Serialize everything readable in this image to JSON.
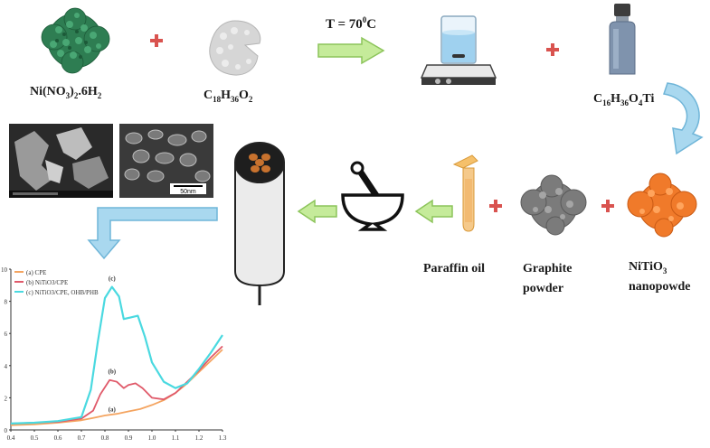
{
  "labels": {
    "nickel_nitrate": "Ni(NO",
    "nickel_nitrate_sub3": "3",
    "nickel_nitrate_mid": ")",
    "nickel_nitrate_sub2": "2",
    "nickel_nitrate_tail": ".6H",
    "nickel_nitrate_sub2b": "2",
    "stearic_main": "C",
    "stearic_sub18": "18",
    "stearic_h": "H",
    "stearic_sub36": "36",
    "stearic_o": "O",
    "stearic_sub2": "2",
    "temperature_prefix": "T = 70",
    "temperature_sup": "0",
    "temperature_unit": "C",
    "tbot_c": "C",
    "tbot_sub16": "16",
    "tbot_h": "H",
    "tbot_sub36": "36",
    "tbot_o": "O",
    "tbot_sub4": "4",
    "tbot_ti": "Ti",
    "paraffin": "Paraffin oil",
    "graphite_line1": "Graphite",
    "graphite_line2": "powder",
    "nitio3_main": "NiTiO",
    "nitio3_sub3": "3",
    "nitio3_line2": "nanopowde",
    "sem_scale_label": "50nm"
  },
  "colors": {
    "arrow_fill": "#c5eb9a",
    "arrow_stroke": "#8cc45a",
    "curved_arrow": "#a9d8ef",
    "plus": "#d9534f",
    "nickel_crystal": "#2e7d52",
    "stearic": "#d6d6d6",
    "nitio3": "#f07a2a",
    "graphite": "#7b7b7b",
    "electrode_tip": "#c8722e"
  },
  "chart_data": {
    "type": "line",
    "ylim": [
      0,
      10
    ],
    "xlim": [
      0.4,
      1.3
    ],
    "yticks": [
      "0",
      "2",
      "4",
      "6",
      "8",
      "10"
    ],
    "xticks": [
      "0.4",
      "0.5",
      "0.6",
      "0.7",
      "0.8",
      "0.9",
      "1.0",
      "1.1",
      "1.2",
      "1.3"
    ],
    "legend": [
      "(a) CPE",
      "(b) NiTiO3/CPE",
      "(c)  NiTiO3/CPE, OHB/PHB"
    ],
    "legend_position": "top-left",
    "annotations": [
      "(c)",
      "(b)",
      "(a)"
    ],
    "series": [
      {
        "name": "(a) CPE",
        "color": "#f4a460",
        "x": [
          0.4,
          0.5,
          0.6,
          0.7,
          0.75,
          0.8,
          0.85,
          0.9,
          0.95,
          1.0,
          1.05,
          1.1,
          1.15,
          1.2,
          1.25,
          1.3
        ],
        "y": [
          0.3,
          0.35,
          0.45,
          0.6,
          0.75,
          0.9,
          1.0,
          1.15,
          1.3,
          1.55,
          1.85,
          2.3,
          2.9,
          3.6,
          4.3,
          5.0
        ]
      },
      {
        "name": "(b) NiTiO3/CPE",
        "color": "#e05a6a",
        "x": [
          0.4,
          0.5,
          0.6,
          0.7,
          0.75,
          0.78,
          0.82,
          0.85,
          0.88,
          0.9,
          0.93,
          0.96,
          1.0,
          1.05,
          1.1,
          1.15,
          1.2,
          1.25,
          1.3
        ],
        "y": [
          0.4,
          0.45,
          0.5,
          0.7,
          1.2,
          2.2,
          3.1,
          3.0,
          2.6,
          2.8,
          2.9,
          2.6,
          2.0,
          1.9,
          2.3,
          3.0,
          3.7,
          4.5,
          5.2
        ]
      },
      {
        "name": "(c)  NiTiO3/CPE, OHB/PHB",
        "color": "#4ad9e0",
        "x": [
          0.4,
          0.5,
          0.6,
          0.7,
          0.74,
          0.77,
          0.8,
          0.83,
          0.86,
          0.88,
          0.91,
          0.94,
          0.97,
          1.0,
          1.05,
          1.1,
          1.15,
          1.2,
          1.25,
          1.3
        ],
        "y": [
          0.4,
          0.45,
          0.55,
          0.8,
          2.5,
          5.5,
          8.2,
          8.9,
          8.3,
          6.9,
          7.0,
          7.1,
          5.8,
          4.2,
          3.0,
          2.6,
          2.9,
          3.8,
          4.8,
          5.9
        ]
      }
    ]
  }
}
